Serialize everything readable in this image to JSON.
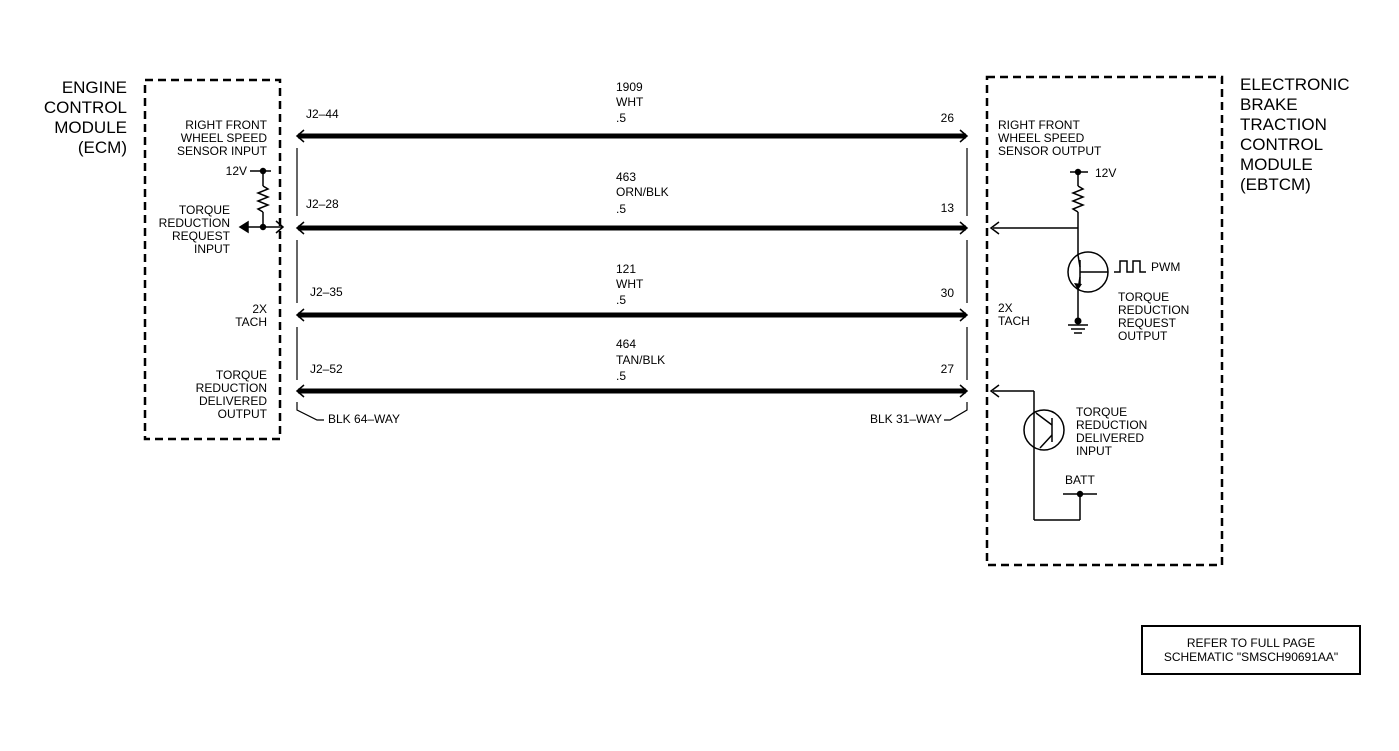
{
  "ecm": {
    "title_lines": [
      "ENGINE",
      "CONTROL",
      "MODULE",
      "(ECM)"
    ],
    "pins": [
      {
        "lines": [
          "RIGHT FRONT",
          "WHEEL SPEED",
          "SENSOR INPUT"
        ]
      },
      {
        "lines": [
          "TORQUE",
          "REDUCTION",
          "REQUEST",
          "INPUT"
        ]
      },
      {
        "lines": [
          "2X",
          "TACH"
        ]
      },
      {
        "lines": [
          "TORQUE",
          "REDUCTION",
          "DELIVERED",
          "OUTPUT"
        ]
      }
    ],
    "supply_label": "12V"
  },
  "ebtcm": {
    "title_lines": [
      "ELECTRONIC",
      "BRAKE",
      "TRACTION",
      "CONTROL",
      "MODULE",
      "(EBTCM)"
    ],
    "pins": [
      {
        "lines": [
          "RIGHT FRONT",
          "WHEEL SPEED",
          "SENSOR OUTPUT"
        ]
      },
      {
        "lines": [
          "2X",
          "TACH"
        ]
      }
    ],
    "supply_label": "12V",
    "pwm_label": "PWM",
    "output_lines": [
      "TORQUE",
      "REDUCTION",
      "REQUEST",
      "OUTPUT"
    ],
    "input_lines": [
      "TORQUE",
      "REDUCTION",
      "DELIVERED",
      "INPUT"
    ],
    "batt_label": "BATT"
  },
  "wires": [
    {
      "circuit": "1909",
      "color": "WHT",
      "gauge": ".5",
      "ecm_pin": "J2–44",
      "ebtcm_pin": "26"
    },
    {
      "circuit": "463",
      "color": "ORN/BLK",
      "gauge": ".5",
      "ecm_pin": "J2–28",
      "ebtcm_pin": "13"
    },
    {
      "circuit": "121",
      "color": "WHT",
      "gauge": ".5",
      "ecm_pin": "J2–35",
      "ebtcm_pin": "30"
    },
    {
      "circuit": "464",
      "color": "TAN/BLK",
      "gauge": ".5",
      "ecm_pin": "J2–52",
      "ebtcm_pin": "27"
    }
  ],
  "connectors": {
    "ecm": "BLK 64–WAY",
    "ebtcm": "BLK 31–WAY"
  },
  "reference": {
    "lines": [
      "REFER TO FULL PAGE",
      "SCHEMATIC \"SMSCH90691AA\""
    ]
  }
}
